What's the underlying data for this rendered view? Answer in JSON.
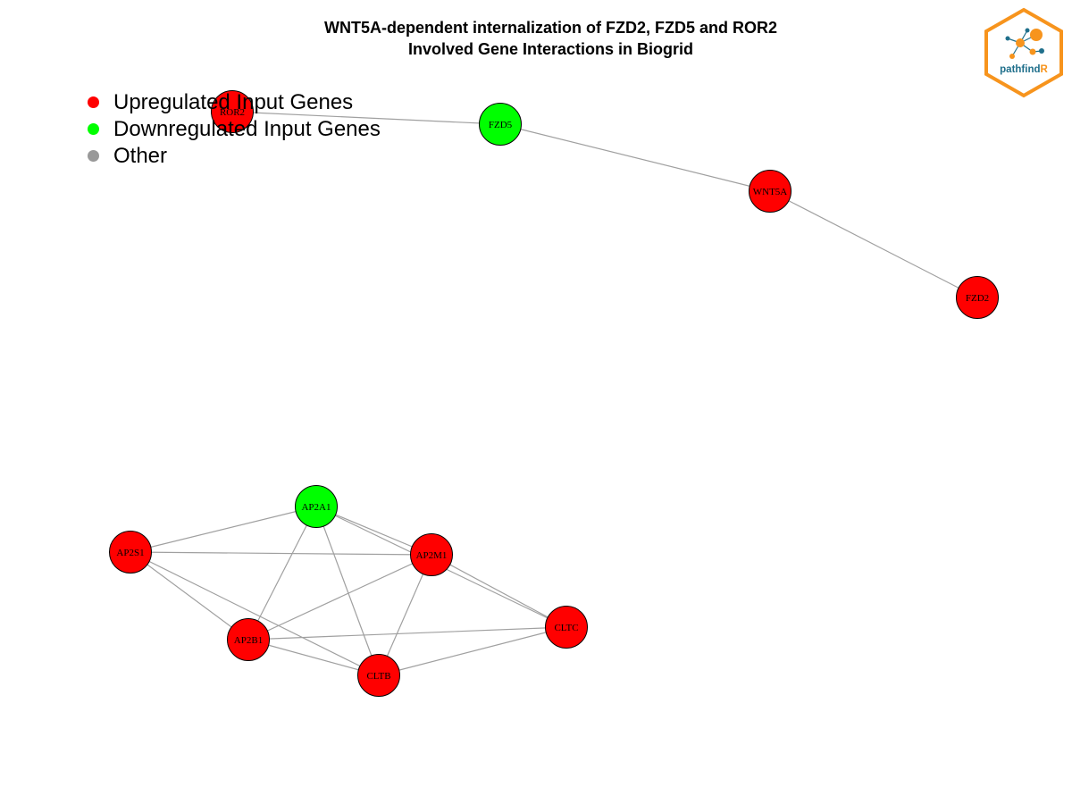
{
  "title": {
    "line1": "WNT5A-dependent internalization of FZD2, FZD5 and ROR2",
    "line2": "Involved Gene Interactions in Biogrid"
  },
  "legend": [
    {
      "label": "Upregulated Input Genes",
      "color": "#ff0000"
    },
    {
      "label": "Downregulated Input Genes",
      "color": "#00ff00"
    },
    {
      "label": "Other",
      "color": "#999999"
    }
  ],
  "logo": {
    "text_dark": "pathfind",
    "text_accent": "R"
  },
  "colors": {
    "up": "#ff0000",
    "down": "#00ff00",
    "edge": "#a0a0a0",
    "logo_orange": "#f7941d",
    "logo_blue": "#1f6f8b"
  },
  "network": {
    "nodes": [
      {
        "id": "ROR2",
        "status": "up"
      },
      {
        "id": "FZD5",
        "status": "down"
      },
      {
        "id": "WNT5A",
        "status": "up"
      },
      {
        "id": "FZD2",
        "status": "up"
      },
      {
        "id": "AP2A1",
        "status": "down"
      },
      {
        "id": "AP2S1",
        "status": "up"
      },
      {
        "id": "AP2M1",
        "status": "up"
      },
      {
        "id": "CLTC",
        "status": "up"
      },
      {
        "id": "AP2B1",
        "status": "up"
      },
      {
        "id": "CLTB",
        "status": "up"
      }
    ],
    "edges": [
      [
        "ROR2",
        "FZD5"
      ],
      [
        "FZD5",
        "WNT5A"
      ],
      [
        "WNT5A",
        "FZD2"
      ],
      [
        "AP2A1",
        "AP2S1"
      ],
      [
        "AP2A1",
        "AP2M1"
      ],
      [
        "AP2A1",
        "CLTC"
      ],
      [
        "AP2A1",
        "AP2B1"
      ],
      [
        "AP2A1",
        "CLTB"
      ],
      [
        "AP2S1",
        "AP2M1"
      ],
      [
        "AP2S1",
        "AP2B1"
      ],
      [
        "AP2S1",
        "CLTB"
      ],
      [
        "AP2M1",
        "CLTC"
      ],
      [
        "AP2M1",
        "AP2B1"
      ],
      [
        "AP2M1",
        "CLTB"
      ],
      [
        "CLTC",
        "AP2B1"
      ],
      [
        "CLTC",
        "CLTB"
      ],
      [
        "AP2B1",
        "CLTB"
      ]
    ]
  }
}
